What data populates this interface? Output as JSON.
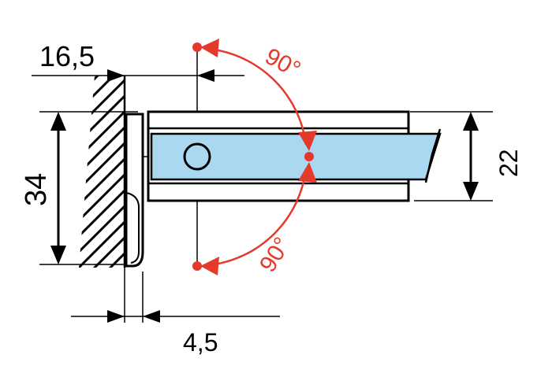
{
  "dimensions": {
    "top_offset": "16,5",
    "height_left": "34",
    "height_right": "22",
    "bottom_offset": "4,5"
  },
  "angles": {
    "upper": "90°",
    "lower": "90°"
  },
  "colors": {
    "line": "#000000",
    "glass": "#a9d8f0",
    "angle": "#e53a2b",
    "background": "#ffffff"
  }
}
